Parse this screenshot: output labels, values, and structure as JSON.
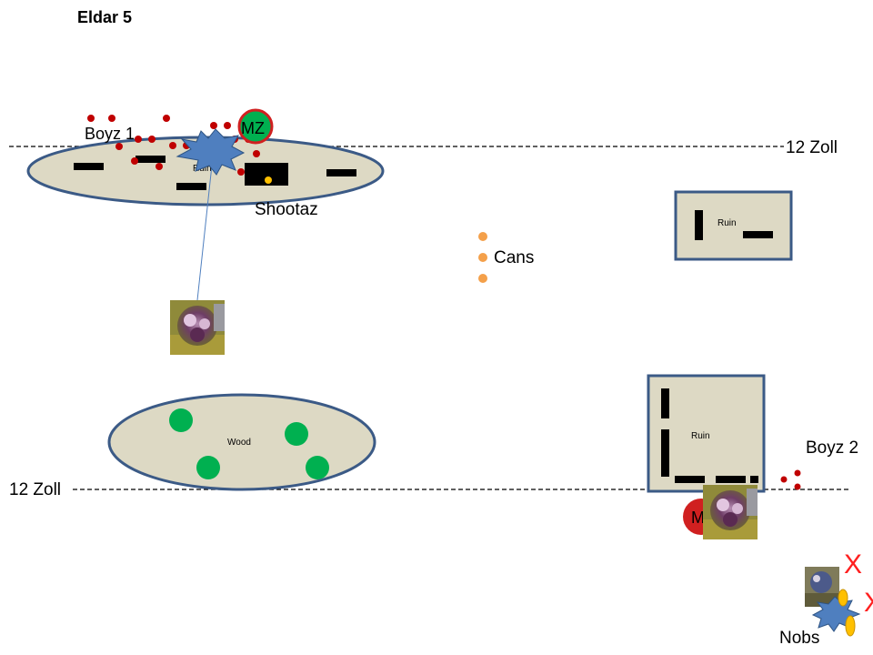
{
  "title": "Eldar 5",
  "zone_lines": {
    "top_label": "12  Zoll",
    "bottom_label": "12 Zoll"
  },
  "units": {
    "boyz1": "Boyz 1",
    "boyz2": "Boyz 2",
    "shootaz": "Shootaz",
    "cans": "Cans",
    "nobs": "Nobs",
    "mz_top": "MZ",
    "mz_bottom": "M"
  },
  "terrain": {
    "ruin_top_left": "Ruin",
    "ruin_top_right": "Ruin",
    "ruin_bottom_right": "Ruin",
    "wood": "Wood"
  },
  "markers": {
    "casualty_1": "X",
    "casualty_2": "X"
  },
  "colors": {
    "terrain_fill": "#ddd9c4",
    "terrain_stroke": "#3b5a86",
    "ork_model": "#c00000",
    "can_model": "#f4a04a",
    "tree": "#00b050",
    "blast": "#4f7fbf",
    "marker_red": "#ff2020"
  },
  "icons": [
    "blast-icon",
    "eldar-unit-portrait"
  ]
}
